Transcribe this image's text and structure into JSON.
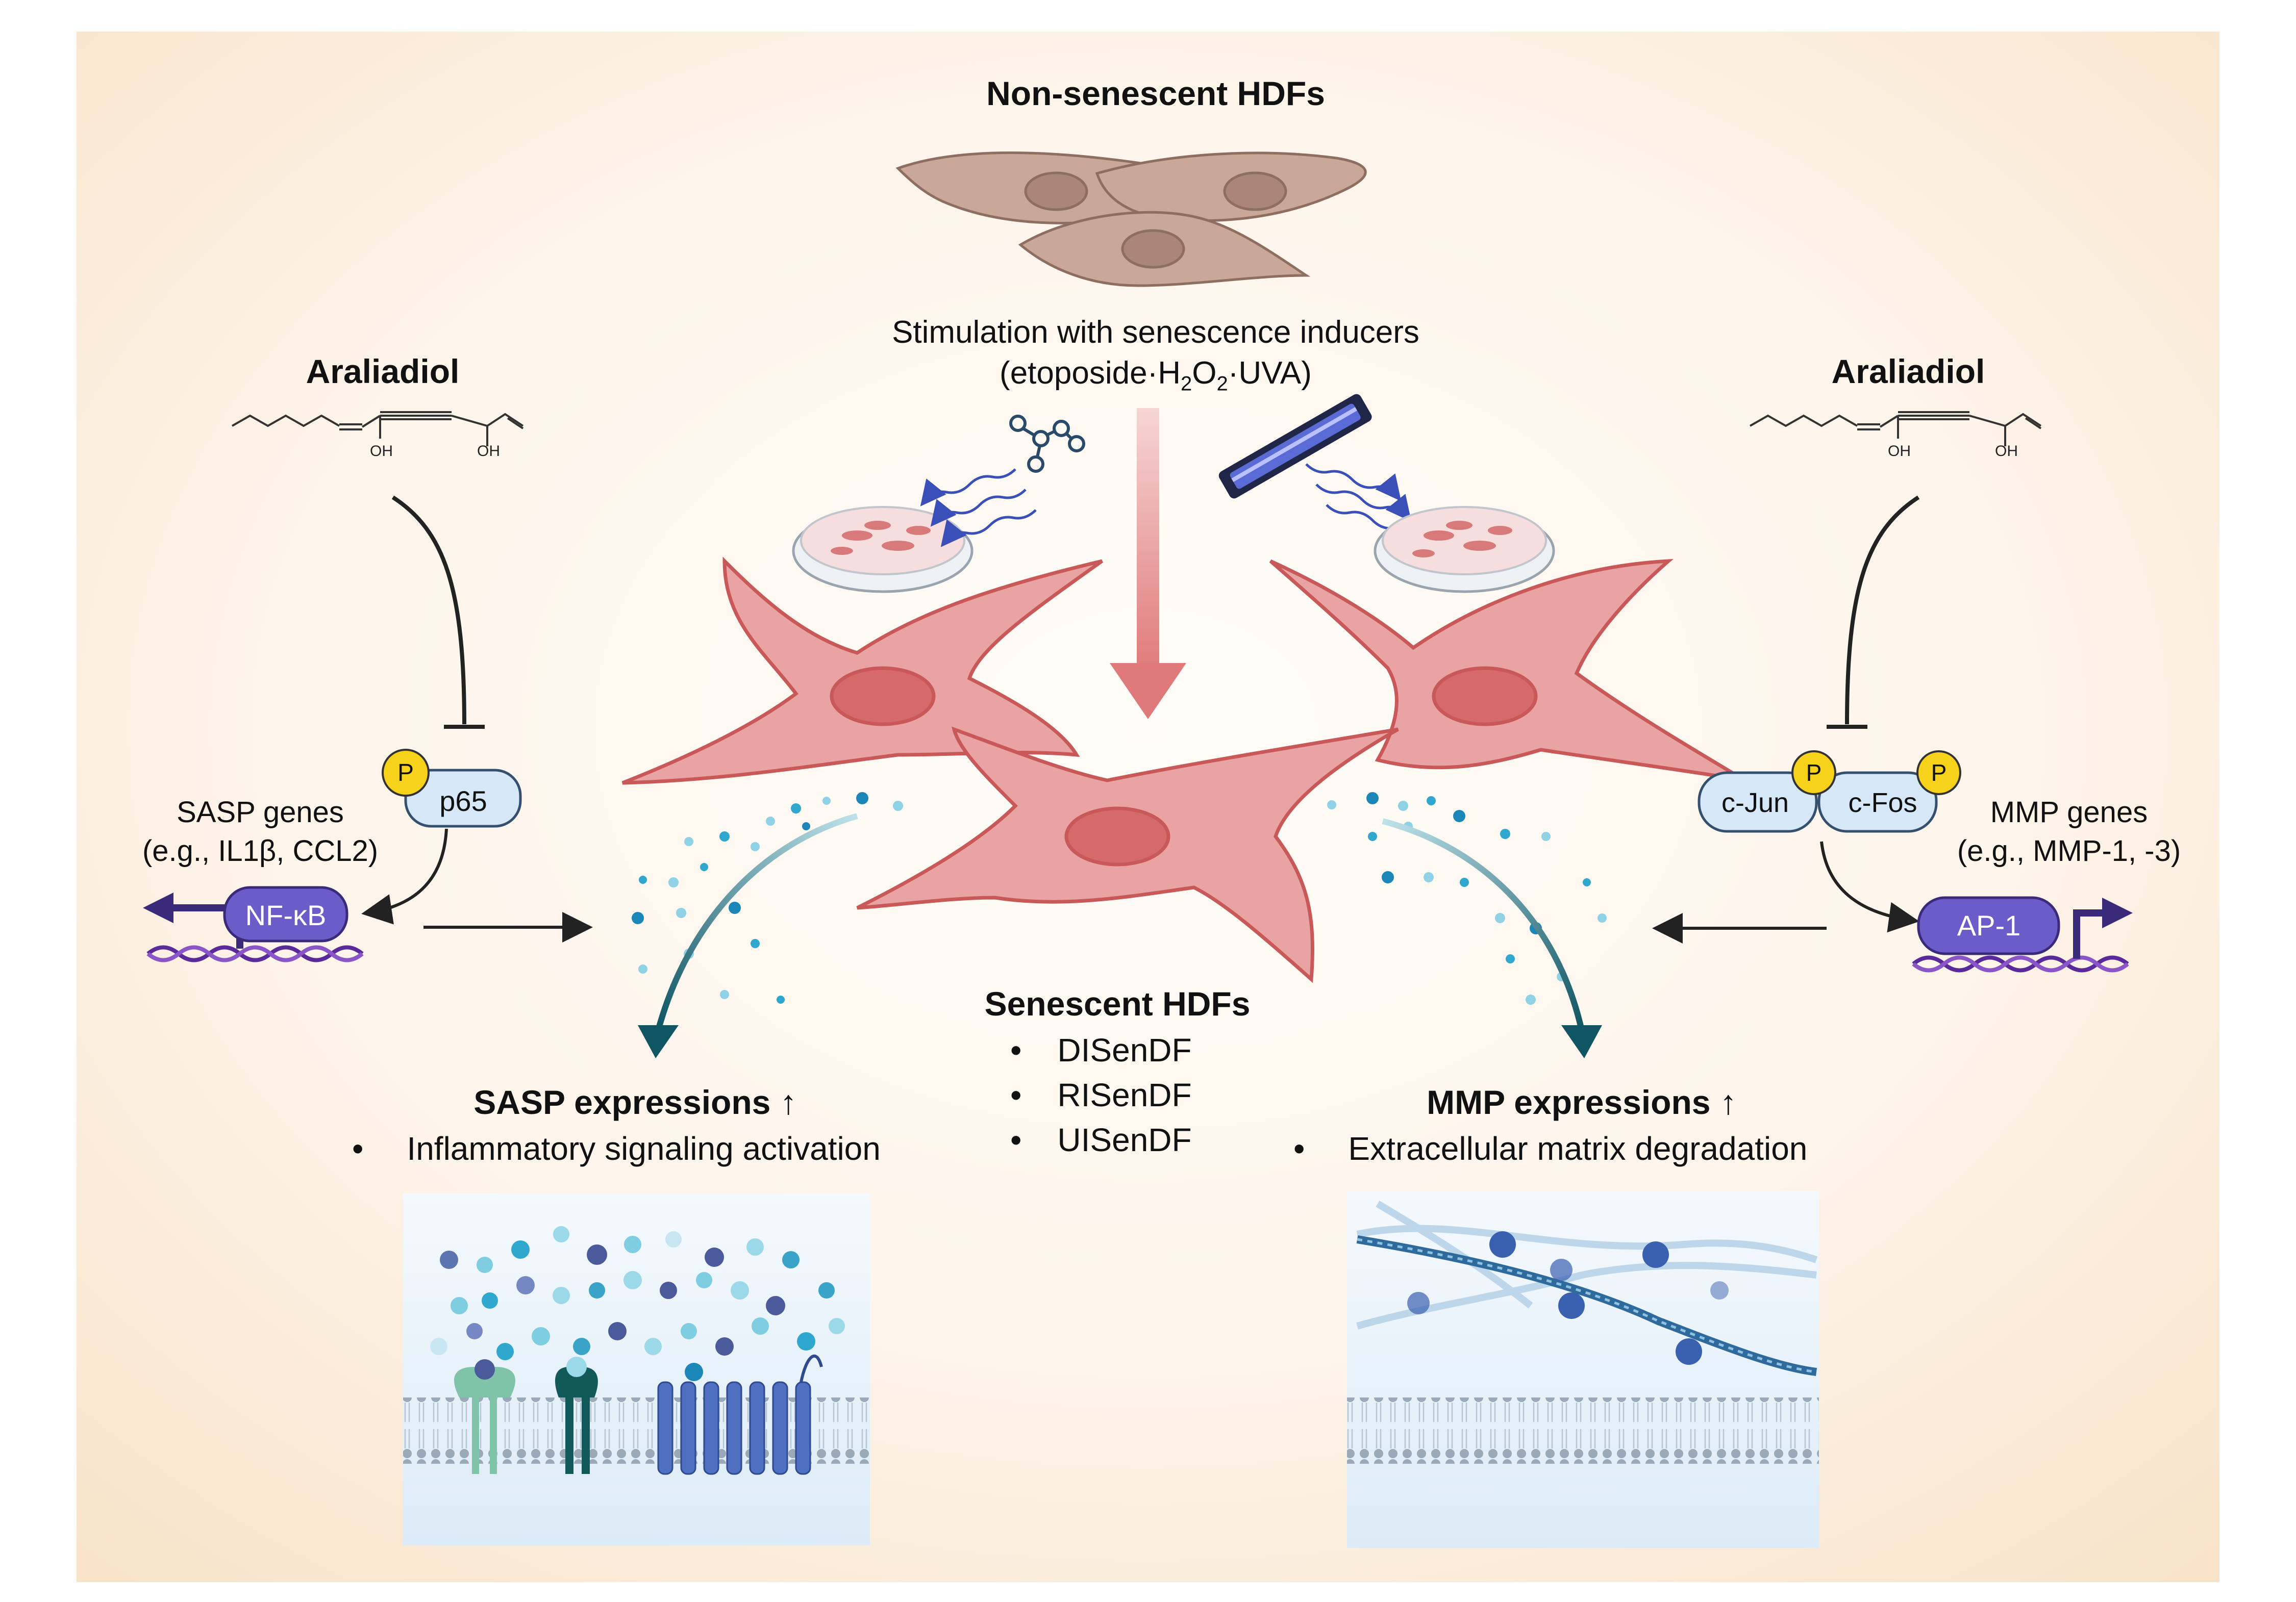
{
  "top": {
    "title": "Non-senescent HDFs",
    "stimulation_line1": "Stimulation with senescence inducers",
    "stimulation_line2_pre": "(etoposide·H",
    "stimulation_sub1": "2",
    "stimulation_mid": "O",
    "stimulation_sub2": "2",
    "stimulation_post": "·UVA)"
  },
  "left": {
    "compound": "Araliadiol",
    "oh1": "OH",
    "oh2": "OH",
    "phospho": "P",
    "p65": "p65",
    "genes_line1": "SASP genes",
    "genes_line2": "(e.g., IL1β, CCL2)",
    "tf": "NF-κB",
    "outcome_title": "SASP expressions ↑",
    "outcome_bullet": "Inflammatory signaling activation"
  },
  "right": {
    "compound": "Araliadiol",
    "oh1": "OH",
    "oh2": "OH",
    "phospho1": "P",
    "phospho2": "P",
    "cjun": "c-Jun",
    "cfos": "c-Fos",
    "genes_line1": "MMP genes",
    "genes_line2": "(e.g., MMP-1, -3)",
    "tf": "AP-1",
    "outcome_title": "MMP expressions ↑",
    "outcome_bullet": "Extracellular matrix degradation"
  },
  "center": {
    "title": "Senescent HDFs",
    "types": [
      "DISenDF",
      "RISenDF",
      "UISenDF"
    ]
  },
  "bullet_char": "•",
  "colors": {
    "background_warm": "#fbe9d4",
    "cell_beige": "#c9a899",
    "senescent_cell": "#e9a3a3",
    "senescent_outline": "#c95858",
    "arrow_teal": "#0f5563",
    "tf_purple": "#6b5cc9",
    "phospho_yellow": "#f7d21b",
    "protein_blue": "#d6e8f7",
    "dna_purple": "#5b2a9a"
  }
}
